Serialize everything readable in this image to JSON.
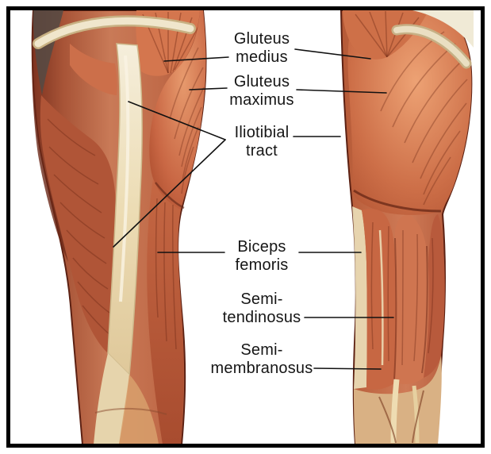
{
  "palette": {
    "frame": "#000000",
    "background": "#ffffff",
    "label_text": "#161616",
    "leader_line": "#111111",
    "muscle_mid": "#c97a57",
    "muscle_deep": "#a34527",
    "muscle_shadow": "#5c2113",
    "tendon_cream": "#ecdcb4"
  },
  "labels": [
    {
      "id": "gluteus-medius",
      "lines": [
        "Gluteus",
        "medius"
      ]
    },
    {
      "id": "gluteus-maximus",
      "lines": [
        "Gluteus",
        "maximus"
      ]
    },
    {
      "id": "iliotibial-tract",
      "lines": [
        "Iliotibial",
        "tract"
      ]
    },
    {
      "id": "biceps-femoris",
      "lines": [
        "Biceps",
        "femoris"
      ]
    },
    {
      "id": "semitendinosus",
      "lines": [
        "Semi-",
        "tendinosus"
      ]
    },
    {
      "id": "semimembranosus",
      "lines": [
        "Semi-",
        "membranosus"
      ]
    }
  ]
}
